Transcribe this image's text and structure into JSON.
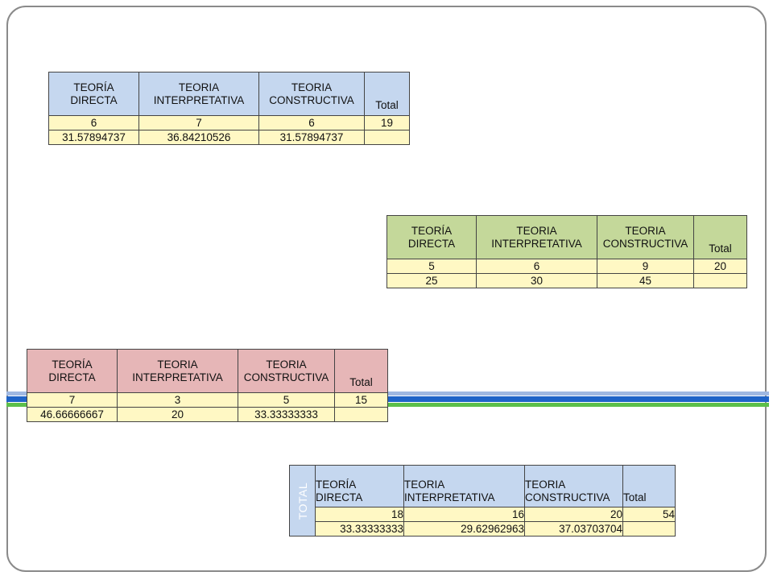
{
  "tables": [
    {
      "headers": [
        "TEORÍA DIRECTA",
        "TEORIA INTERPRETATIVA",
        "TEORIA CONSTRUCTIVA",
        "Total"
      ],
      "counts": [
        "6",
        "7",
        "6",
        "19"
      ],
      "percents": [
        "31.57894737",
        "36.84210526",
        "31.57894737",
        ""
      ]
    },
    {
      "headers": [
        "TEORÍA DIRECTA",
        "TEORIA INTERPRETATIVA",
        "TEORIA CONSTRUCTIVA",
        "Total"
      ],
      "counts": [
        "5",
        "6",
        "9",
        "20"
      ],
      "percents": [
        "25",
        "30",
        "45",
        ""
      ]
    },
    {
      "headers": [
        "TEORÍA DIRECTA",
        "TEORIA INTERPRETATIVA",
        "TEORIA CONSTRUCTIVA",
        "Total"
      ],
      "counts": [
        "7",
        "3",
        "5",
        "15"
      ],
      "percents": [
        "46.66666667",
        "20",
        "33.33333333",
        ""
      ]
    },
    {
      "side_label": "TOTAL",
      "headers": [
        "TEORÍA DIRECTA",
        "TEORIA INTERPRETATIVA",
        "TEORIA CONSTRUCTIVA",
        "Total"
      ],
      "counts": [
        "18",
        "16",
        "20",
        "54"
      ],
      "percents": [
        "33.33333333",
        "29.62962963",
        "37.03703704",
        ""
      ]
    }
  ],
  "colors": {
    "header_blue": "#c5d7ef",
    "header_green": "#c4d89a",
    "header_pink": "#e6b6b7",
    "cell_yellow": "#fff8c4",
    "side_navy": "#17375e",
    "band_light_blue": "#9fb8e2",
    "band_blue": "#1f64c8",
    "band_green": "#5cbf4a"
  }
}
